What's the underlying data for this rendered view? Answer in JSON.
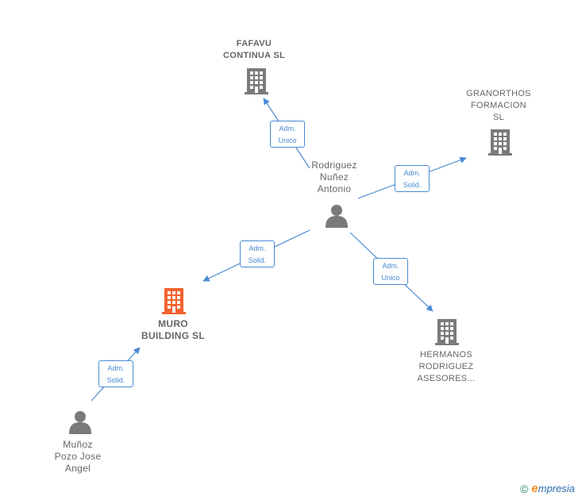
{
  "colors": {
    "company": "#7a7a7a",
    "company_main": "#f4622f",
    "person": "#7a7a7a",
    "edge": "#4a8ad4",
    "label": "#666666"
  },
  "nodes": {
    "fafavu": {
      "lines": [
        "FAFAVU",
        "CONTINUA  SL"
      ],
      "icon": "building-icon"
    },
    "granorthos": {
      "lines": [
        "GRANORTHOS",
        "FORMACION",
        "SL"
      ],
      "icon": "building-icon"
    },
    "rodriguez": {
      "lines": [
        "Rodriguez",
        "Nuñez",
        "Antonio"
      ],
      "icon": "person-icon"
    },
    "muro": {
      "lines": [
        "MURO",
        "BUILDING  SL"
      ],
      "icon": "building-icon"
    },
    "hermanos": {
      "lines": [
        "HERMANOS",
        "RODRIGUEZ",
        "ASESORES..."
      ],
      "icon": "building-icon"
    },
    "munoz": {
      "lines": [
        "Muñoz",
        "Pozo Jose",
        "Angel"
      ],
      "icon": "person-icon"
    }
  },
  "edges": [
    {
      "from": "rodriguez",
      "to": "fafavu",
      "lines": [
        "Adm.",
        "Unico"
      ]
    },
    {
      "from": "rodriguez",
      "to": "granorthos",
      "lines": [
        "Adm.",
        "Solid."
      ]
    },
    {
      "from": "rodriguez",
      "to": "muro",
      "lines": [
        "Adm.",
        "Solid."
      ]
    },
    {
      "from": "rodriguez",
      "to": "hermanos",
      "lines": [
        "Adm.",
        "Unico"
      ]
    },
    {
      "from": "munoz",
      "to": "muro",
      "lines": [
        "Adm.",
        "Solid."
      ]
    }
  ],
  "footer": {
    "copyright": "©",
    "brand_initial": "e",
    "brand_rest": "mpresia"
  }
}
